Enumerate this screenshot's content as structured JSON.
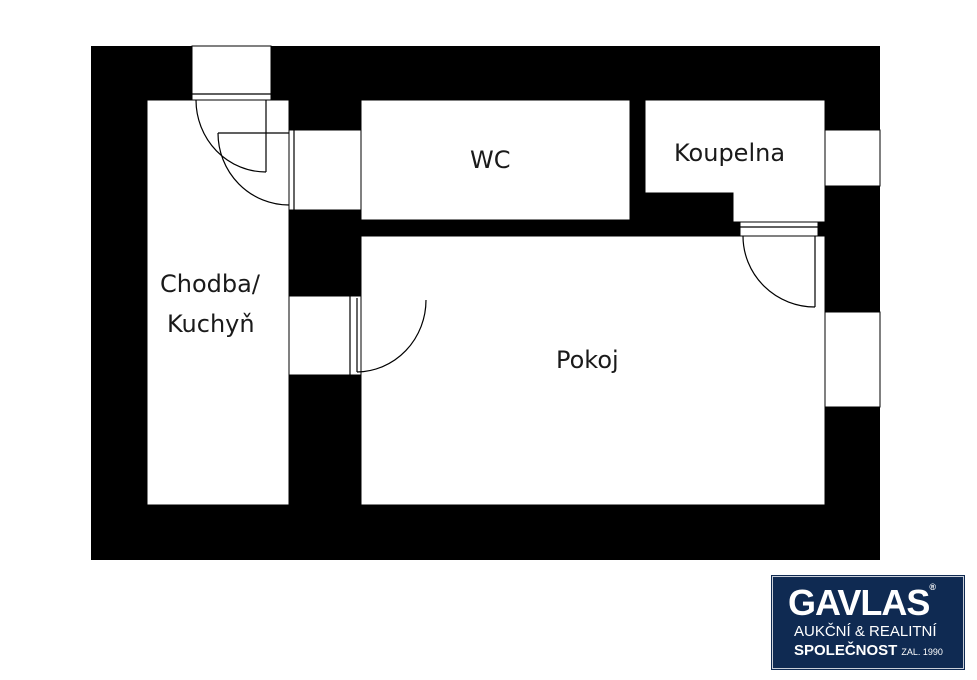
{
  "rooms": {
    "chodba_line1": "Chodba/",
    "chodba_line2": "Kuchyň",
    "wc": "WC",
    "koupelna": "Koupelna",
    "pokoj": "Pokoj"
  },
  "logo": {
    "brand": "GAVLAS",
    "registered": "®",
    "line1": "AUKČNÍ & REALITNÍ",
    "line2": "SPOLEČNOST",
    "since": "ZAL. 1990"
  },
  "colors": {
    "wall": "#000000",
    "logo_bg": "#0f2a52"
  }
}
